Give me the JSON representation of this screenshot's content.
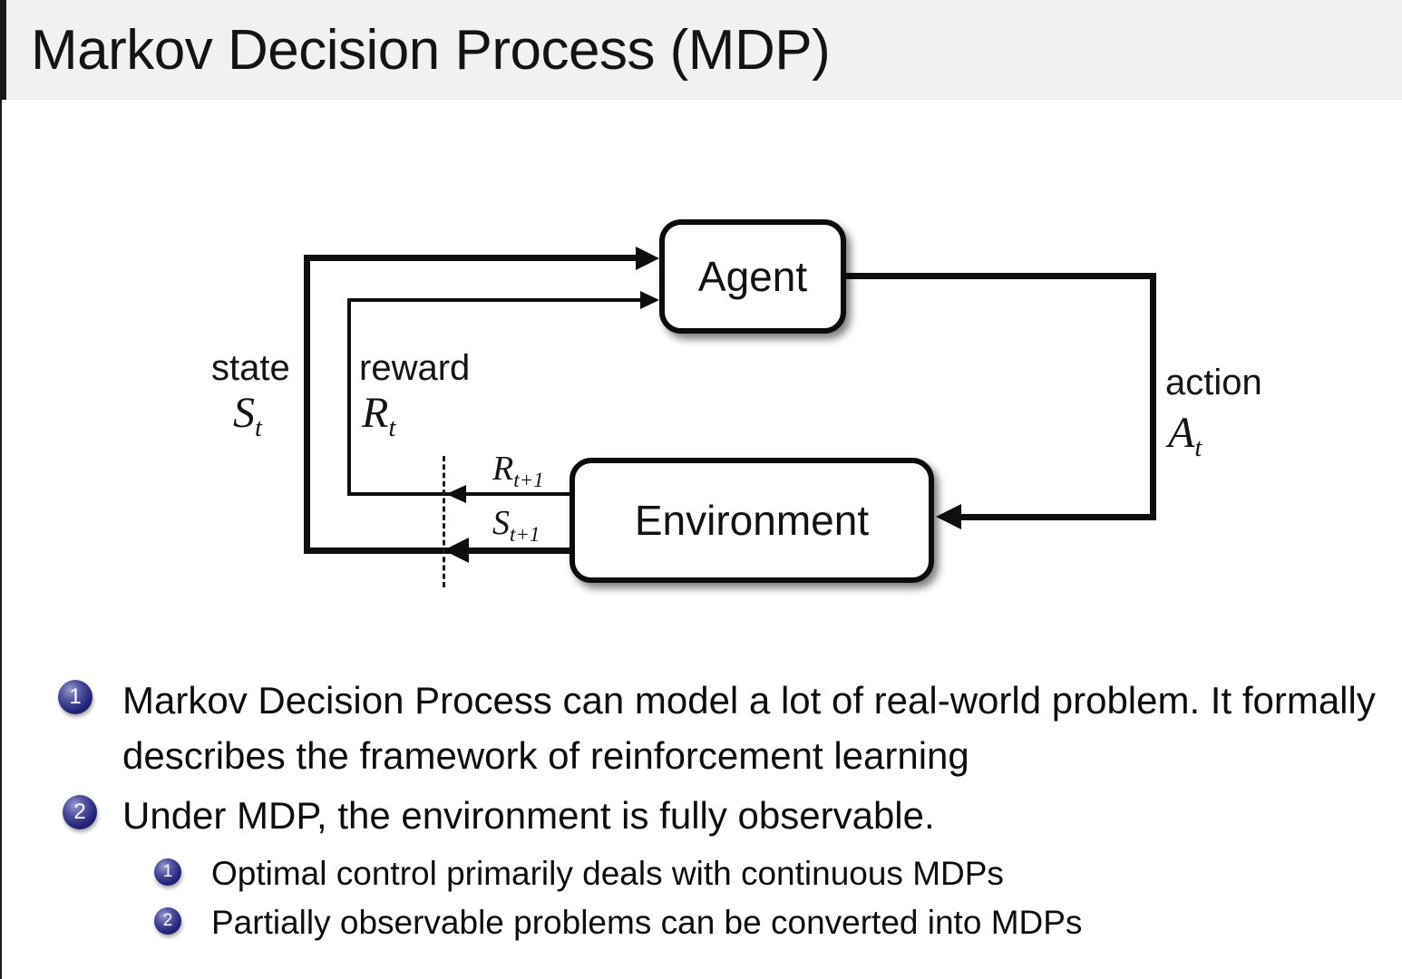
{
  "slide": {
    "title": "Markov Decision Process (MDP)"
  },
  "colors": {
    "header_bg": "#f1f1f1",
    "text": "#0d0d0d",
    "diagram_line": "#0e0e0e",
    "bullet_ball": "#23237a"
  },
  "diagram": {
    "agent_label": "Agent",
    "environment_label": "Environment",
    "state_word": "state",
    "state_sym": {
      "base": "S",
      "sub": "t"
    },
    "reward_word": "reward",
    "reward_sym": {
      "base": "R",
      "sub": "t"
    },
    "next_reward_sym": {
      "base": "R",
      "sub": "t+1"
    },
    "next_state_sym": {
      "base": "S",
      "sub": "t+1"
    },
    "action_word": "action",
    "action_sym": {
      "base": "A",
      "sub": "t"
    }
  },
  "bullets": {
    "items": [
      {
        "num": "1",
        "text": "Markov Decision Process can model a lot of real-world problem. It formally describes the framework of reinforcement learning"
      },
      {
        "num": "2",
        "text": "Under MDP, the environment is fully observable."
      }
    ],
    "subitems": [
      {
        "num": "1",
        "text": "Optimal control primarily deals with continuous MDPs"
      },
      {
        "num": "2",
        "text": "Partially observable problems can be converted into MDPs"
      }
    ]
  }
}
